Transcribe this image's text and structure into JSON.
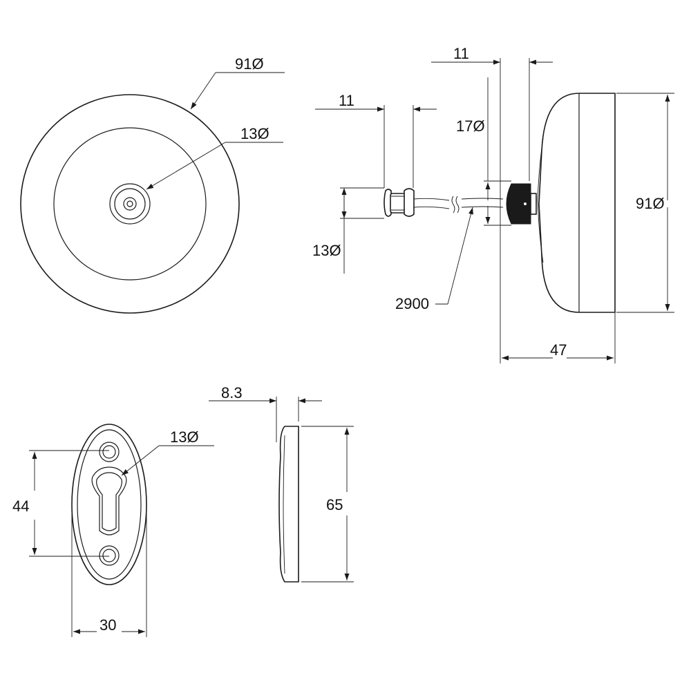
{
  "labels": {
    "reel_front_diameter": "91Ø",
    "reel_front_hole": "13Ø",
    "plug_width": "11",
    "plug_diameter": "13Ø",
    "cord_length": "2900",
    "connector_width": "11",
    "connector_diameter": "17Ø",
    "reel_side_height": "91Ø",
    "reel_depth": "47",
    "plate_thickness": "8.3",
    "plate_hole": "13Ø",
    "plate_hole_spacing": "44",
    "plate_width": "30",
    "plate_height": "65"
  }
}
